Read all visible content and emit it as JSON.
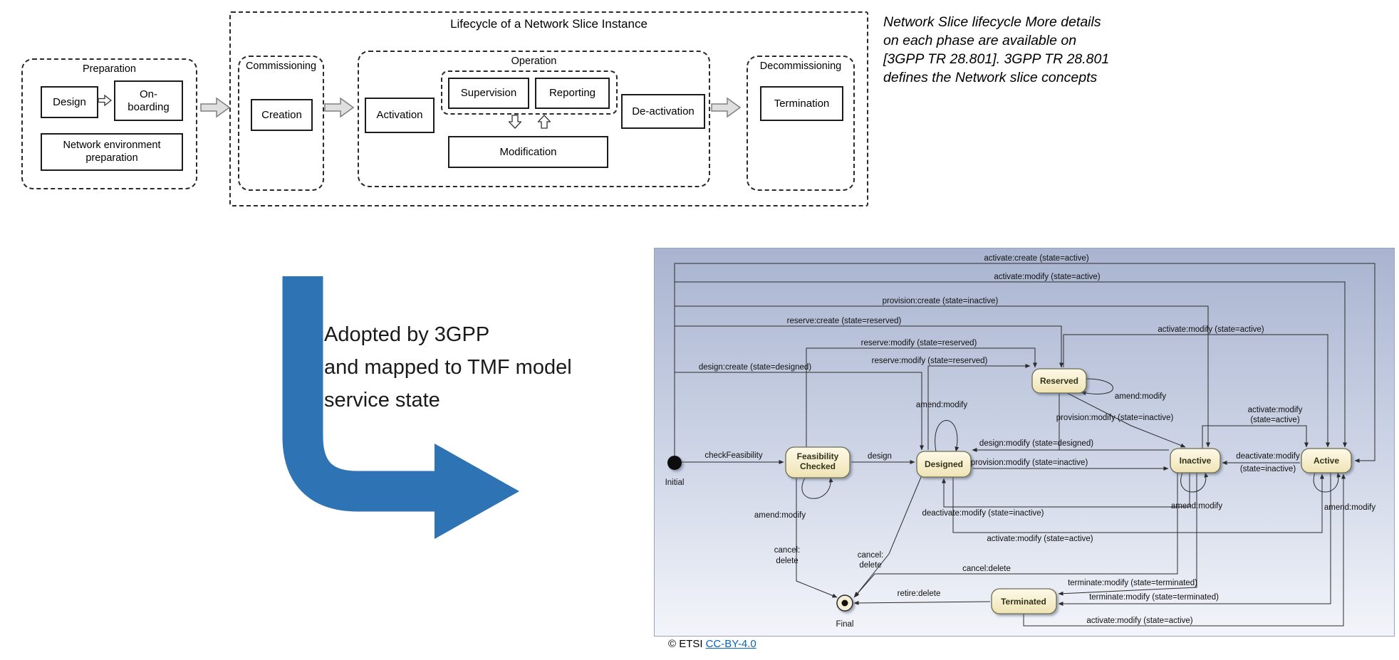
{
  "colors": {
    "adoption_arrow_blue": "#2e74b5",
    "diagram_bg_top": "#a9b4d0",
    "diagram_bg_bottom": "#f3f5fa",
    "state_fill": "#f7efce",
    "link_blue": "#0563c1"
  },
  "lifecycle": {
    "title": "Lifecycle of a Network Slice Instance",
    "preparation": {
      "label": "Preparation",
      "design": "Design",
      "onboarding": "On-boarding",
      "network_env": "Network environment preparation"
    },
    "commissioning": {
      "label": "Commissioning",
      "creation": "Creation"
    },
    "operation": {
      "label": "Operation",
      "activation": "Activation",
      "supervision": "Supervision",
      "reporting": "Reporting",
      "modification": "Modification",
      "deactivation": "De-activation"
    },
    "decommissioning": {
      "label": "Decommissioning",
      "termination": "Termination"
    }
  },
  "note": {
    "lines": [
      "Network Slice lifecycle More details",
      "on each phase are available on",
      "[3GPP TR 28.801]. 3GPP TR 28.801",
      "defines the Network slice concepts"
    ]
  },
  "adoption": {
    "lines": [
      "Adopted by 3GPP",
      "and mapped to TMF model",
      "service state"
    ]
  },
  "state_diagram": {
    "states": {
      "initial": "Initial",
      "feasibility_1": "Feasibility",
      "feasibility_2": "Checked",
      "designed": "Designed",
      "reserved": "Reserved",
      "inactive": "Inactive",
      "active": "Active",
      "terminated": "Terminated",
      "final": "Final"
    },
    "labels": {
      "activate_create_top": "activate:create (state=active)",
      "activate_modify_top": "activate:modify (state=active)",
      "provision_create": "provision:create (state=inactive)",
      "reserve_create": "reserve:create (state=reserved)",
      "activate_modify_right_top": "activate:modify (state=active)",
      "reserve_modify_1": "reserve:modify (state=reserved)",
      "reserve_modify_2": "reserve:modify (state=reserved)",
      "design_create": "design:create (state=designed)",
      "amend_modify_designed": "amend:modify",
      "amend_modify_reserved": "amend:modify",
      "provision_modify_from_reserved": "provision:modify (state=inactive)",
      "activate_modify_inactive_l1": "activate:modify",
      "activate_modify_inactive_l2": "(state=active)",
      "check_feasibility": "checkFeasibility",
      "design": "design",
      "design_modify": "design:modify (state=designed)",
      "provision_modify_mid": "provision:modify (state=inactive)",
      "deactivate_modify_l1": "deactivate:modify",
      "deactivate_modify_l2": "(state=inactive)",
      "amend_modify_fc": "amend:modify",
      "deactivate_modify_bottom": "deactivate:modify (state=inactive)",
      "amend_modify_inactive": "amend:modify",
      "amend_modify_active": "amend:modify",
      "activate_modify_bottom": "activate:modify (state=active)",
      "cancel_1_l1": "cancel:",
      "cancel_1_l2": "delete",
      "cancel_2_l1": "cancel:",
      "cancel_2_l2": "delete",
      "cancel_3": "cancel:delete",
      "retire_delete": "retire:delete",
      "terminate_modify_1": "terminate:modify (state=terminated)",
      "terminate_modify_2": "terminate:modify (state=terminated)",
      "activate_modify_terminated": "activate:modify (state=active)"
    }
  },
  "footer": {
    "copyright": "© ETSI",
    "license": "CC-BY-4.0"
  }
}
